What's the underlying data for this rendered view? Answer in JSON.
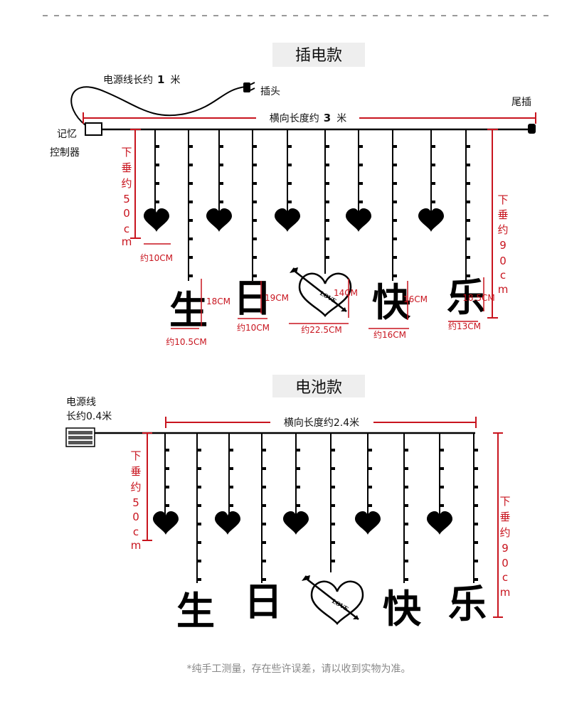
{
  "top": {
    "title": "插电款",
    "power_cord_text": "电源线长约",
    "power_cord_num": "1",
    "power_cord_unit": "米",
    "plug_label": "插头",
    "tail_plug_label": "尾插",
    "controller_label_1": "记忆",
    "controller_label_2": "控制器",
    "horizontal_text": "横向长度约",
    "horizontal_num": "3",
    "horizontal_unit": "米",
    "drop_left": [
      "下",
      "垂",
      "约",
      "5",
      "0",
      "c",
      "m"
    ],
    "drop_right": [
      "下",
      "垂",
      "约",
      "9",
      "0",
      "c",
      "m"
    ],
    "heart_width": "约10CM",
    "characters": [
      "生",
      "日",
      "快",
      "乐"
    ],
    "love_text": "LOVE",
    "dims": {
      "sheng_h": "18CM",
      "sheng_w": "约10.5CM",
      "ri_h": "19CM",
      "ri_w": "约10CM",
      "heart_h": "14CM",
      "heart_w": "约22.5CM",
      "kuai_h": "16CM",
      "kuai_w": "约16CM",
      "le_h": "18.5CM",
      "le_w": "约13CM"
    }
  },
  "bottom": {
    "title": "电池款",
    "power_cord_line1": "电源线",
    "power_cord_line2": "长约0.4米",
    "horizontal_text": "横向长度约2.4米",
    "drop_left": [
      "下",
      "垂",
      "约",
      "5",
      "0",
      "c",
      "m"
    ],
    "drop_right": [
      "下",
      "垂",
      "约",
      "9",
      "0",
      "c",
      "m"
    ],
    "characters": [
      "生",
      "日",
      "快",
      "乐"
    ],
    "love_text": "LOVE"
  },
  "footnote": "*纯手工测量，存在些许误差，请以收到实物为准。",
  "colors": {
    "dimension_red": "#c8141e",
    "ink": "#000000",
    "title_bg": "#eeeeee"
  }
}
